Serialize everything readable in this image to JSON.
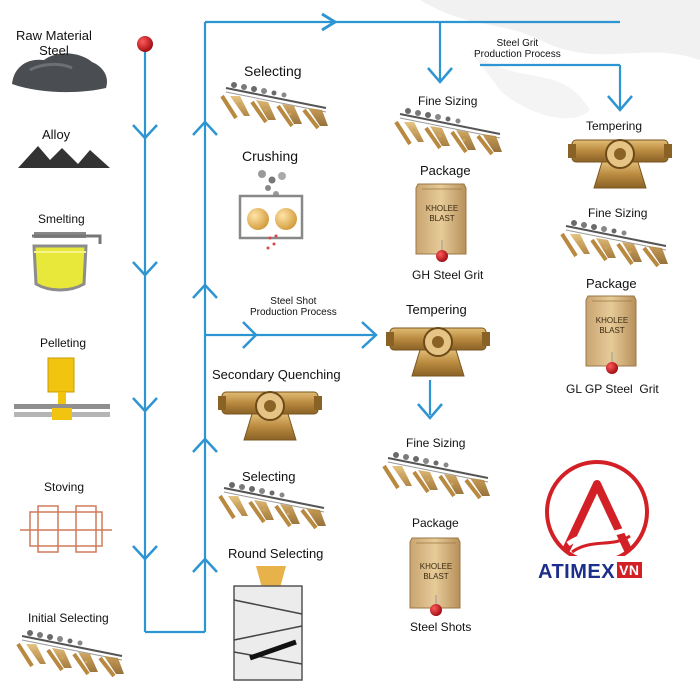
{
  "left_column": {
    "raw_material": "Raw Material\nSteel",
    "alloy": "Alloy",
    "smelting": "Smelting",
    "pelleting": "Pelleting",
    "stoving": "Stoving",
    "initial_selecting": "Initial Selecting"
  },
  "middle_column": {
    "selecting_top": "Selecting",
    "crushing": "Crushing",
    "secondary_quenching": "Secondary Quenching",
    "selecting_bottom": "Selecting",
    "round_selecting": "Round Selecting"
  },
  "steel_shot_branch": {
    "process_label": "Steel Shot\nProduction Process",
    "tempering": "Tempering",
    "fine_sizing": "Fine Sizing",
    "package": "Package",
    "product": "Steel Shots"
  },
  "gh_branch": {
    "fine_sizing": "Fine Sizing",
    "package": "Package",
    "product": "GH Steel Grit"
  },
  "grit_branch": {
    "process_label": "Steel Grit\nProduction Process",
    "tempering": "Tempering",
    "fine_sizing": "Fine Sizing",
    "package": "Package",
    "product": "GL GP Steel  Grit"
  },
  "package_print": "KHOLEE\nBLAST",
  "brand": {
    "name": "ATIMEX",
    "suffix": "VN"
  },
  "colors": {
    "flow": "#2e95d3",
    "bronze": "#b8893f",
    "dot": "#c8101c",
    "brand_blue": "#1c2f8a",
    "brand_red": "#d32027"
  }
}
